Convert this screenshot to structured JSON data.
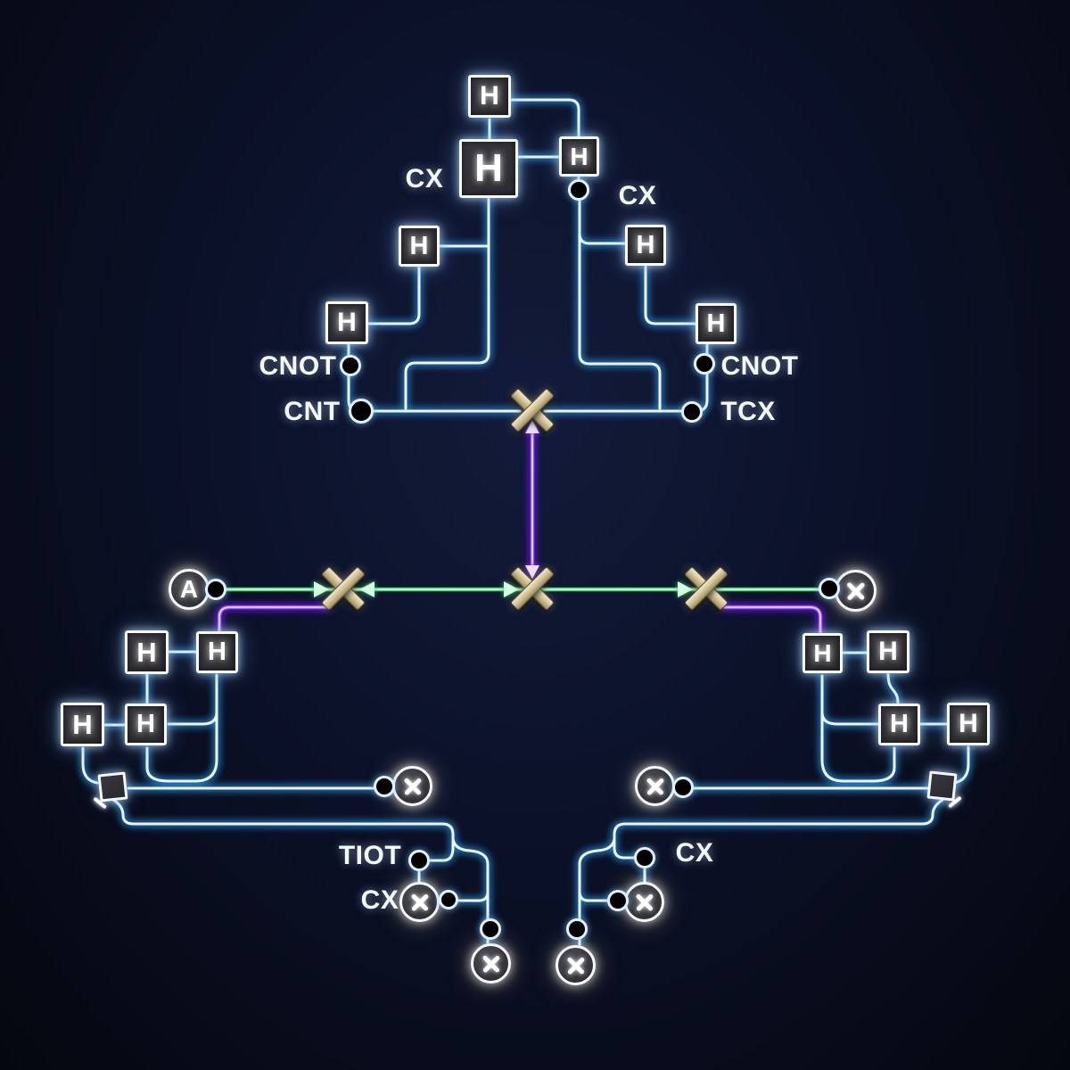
{
  "glyphs": {
    "hadamard": "H",
    "ancilla": "A"
  },
  "labels": {
    "cx_top_left": "CX",
    "cx_top_right": "CX",
    "cnot_left": "CNOT",
    "cnt_left": "CNT",
    "cnot_right": "CNOT",
    "tcx_right": "TCX",
    "tiot_bottom_left": "TIOT",
    "cx_bottom_left": "CX",
    "cx_bottom_right": "CX"
  },
  "colors": {
    "background_center": "#121b3a",
    "background_edge": "#05070f",
    "wire_blue": "#7cc6ef",
    "wire_green": "#45d472",
    "wire_purple": "#9a55f2",
    "swap_gold": "#cdbd90",
    "gate_border": "#f6fafd",
    "gate_fill": "#303036",
    "control_dot": "#020204",
    "label_text": "#f5f8fb"
  },
  "diagram_summary": {
    "hadamard_gate_count": 15,
    "swap_cross_count": 4,
    "target_circle_count": 8,
    "control_dot_count": 15,
    "meter_gate_count": 2
  }
}
